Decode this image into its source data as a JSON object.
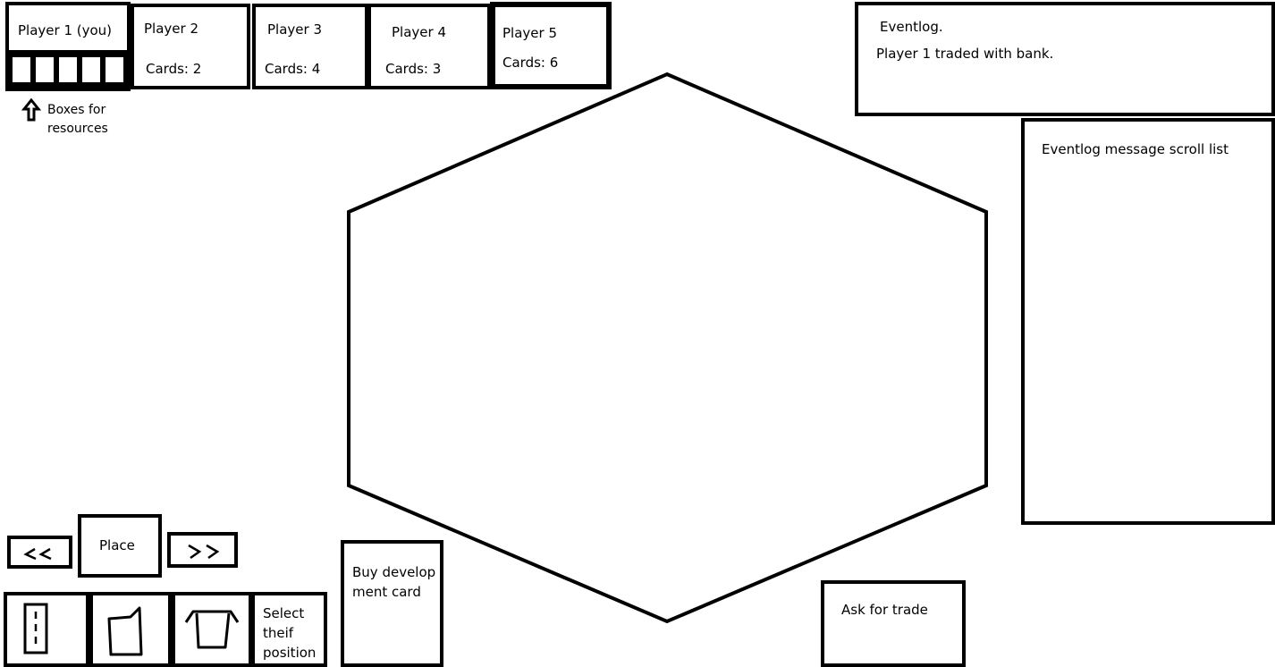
{
  "players": [
    {
      "id": "player-1",
      "name": "Player 1 (you)",
      "cards": ""
    },
    {
      "id": "player-2",
      "name": "Player 2",
      "cards": "Cards: 2"
    },
    {
      "id": "player-3",
      "name": "Player 3",
      "cards": "Cards: 4"
    },
    {
      "id": "player-4",
      "name": "Player 4",
      "cards": "Cards: 3"
    },
    {
      "id": "player-5",
      "name": "Player 5",
      "cards": "Cards: 6"
    }
  ],
  "resources": {
    "slot_count": 5,
    "annotation_line1": "Boxes for",
    "annotation_line2": "resources",
    "arrow_icon": "arrow-up-icon"
  },
  "eventlog": {
    "title": "Eventlog.",
    "latest_message": "Player 1 traded with bank.",
    "scroll_list_label": "Eventlog message scroll list"
  },
  "board": {
    "shape": "hexagon"
  },
  "controls": {
    "prev_label": "<<",
    "place_label": "Place",
    "next_label": ">>",
    "buy_dev_card_line1": "Buy develop",
    "buy_dev_card_line2": "ment card",
    "ask_trade_label": "Ask for trade",
    "thief_line1": "Select",
    "thief_line2": "theif",
    "thief_line3": "position",
    "build_icons": [
      "road-icon",
      "settlement-icon",
      "city-icon"
    ]
  }
}
